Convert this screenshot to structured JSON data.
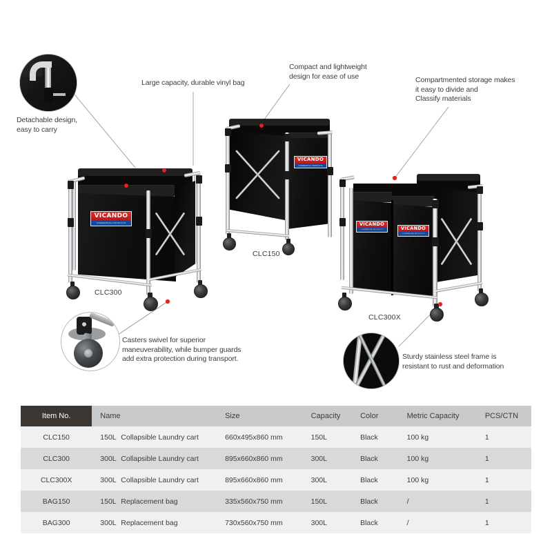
{
  "brand": {
    "logo_text": "VICANDO",
    "logo_sub": "COMMERCIAL PRODUCTS"
  },
  "callouts": [
    {
      "id": "detachable-design",
      "text": "Detachable design,\neasy to carry"
    },
    {
      "id": "large-capacity",
      "text": "Large capacity, durable vinyl bag"
    },
    {
      "id": "compact-lightweight",
      "text": "Compact and lightweight\ndesign for ease of use"
    },
    {
      "id": "compartmented-storage",
      "text": "Compartmented storage makes\nit easy to divide and\nClassify materials"
    },
    {
      "id": "casters-swivel",
      "text": "Casters swivel for superior\nmaneuverability, while bumper guards\nadd extra protection during transport."
    },
    {
      "id": "sturdy-frame",
      "text": "Sturdy stainless steel frame is\nresistant to rust and deformation"
    }
  ],
  "product_labels": {
    "clc300": "CLC300",
    "clc150": "CLC150",
    "clc300x": "CLC300X"
  },
  "colors": {
    "marker_red": "#e8201f",
    "leader_line": "#8d8d8d",
    "header_dark": "#3d3733",
    "header_gray": "#c9cacb",
    "row_light": "#eff0f1",
    "row_dark": "#d8d9da",
    "logo_red": "#cf1f22",
    "logo_blue": "#15499b"
  },
  "table": {
    "headers": [
      "Item No.",
      "Name",
      "Size",
      "Capacity",
      "Color",
      "Metric Capacity",
      "PCS/CTN"
    ],
    "rows": [
      {
        "item_no": "CLC150",
        "name_volume": "150L",
        "name_desc": "Collapsible Laundry cart",
        "size": "660x495x860 mm",
        "capacity": "150L",
        "color": "Black",
        "metric_capacity": "100 kg",
        "pcs_ctn": "1"
      },
      {
        "item_no": "CLC300",
        "name_volume": "300L",
        "name_desc": "Collapsible Laundry cart",
        "size": "895x660x860 mm",
        "capacity": "300L",
        "color": "Black",
        "metric_capacity": "100 kg",
        "pcs_ctn": "1"
      },
      {
        "item_no": "CLC300X",
        "name_volume": "300L",
        "name_desc": "Collapsible Laundry cart",
        "size": "895x660x860 mm",
        "capacity": "300L",
        "color": "Black",
        "metric_capacity": "100 kg",
        "pcs_ctn": "1"
      },
      {
        "item_no": "BAG150",
        "name_volume": "150L",
        "name_desc": "Replacement bag",
        "size": "335x560x750 mm",
        "capacity": "150L",
        "color": "Black",
        "metric_capacity": "/",
        "pcs_ctn": "1"
      },
      {
        "item_no": "BAG300",
        "name_volume": "300L",
        "name_desc": "Replacement bag",
        "size": "730x560x750 mm",
        "capacity": "300L",
        "color": "Black",
        "metric_capacity": "/",
        "pcs_ctn": "1"
      }
    ]
  }
}
